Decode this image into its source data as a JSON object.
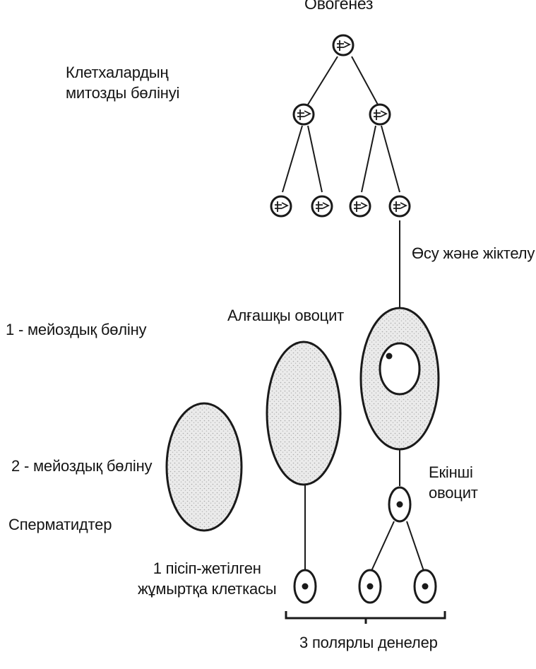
{
  "title": "Овогенез",
  "labels": {
    "mitosis": [
      "Клетхалардың",
      "митозды бөлінуі"
    ],
    "growth": "Өсу және жіктелу",
    "meiosis1": "1 - мейоздық бөліну",
    "primary_oocyte": "Алғашқы овоцит",
    "meiosis2": "2 - мейоздық бөліну",
    "secondary_oocyte": [
      "Екінші",
      "овоцит"
    ],
    "spermatids": "Сперматидтер",
    "mature_egg": [
      "1 пісіп-жетілген",
      "жұмыртқа клеткасы"
    ],
    "polar_bodies": "3 полярлы денелер"
  }
}
